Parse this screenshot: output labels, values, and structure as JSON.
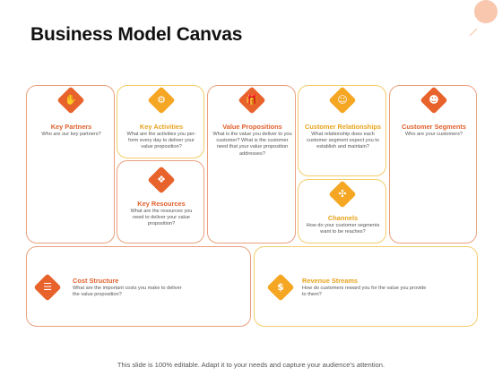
{
  "title": "Business Model Canvas",
  "footer": "This slide is 100% editable. Adapt it to your needs and capture your audience's attention.",
  "colors": {
    "red": "#e8622c",
    "yellow": "#f5a623",
    "red_border": "#e9a07e",
    "yellow_border": "#f3cd6a"
  },
  "cards": {
    "key_partners": {
      "title": "Key Partners",
      "desc": "Who are our key partners?",
      "icon": "handshake-icon",
      "color": "red"
    },
    "key_activities": {
      "title": "Key Activities",
      "desc": "What are the activities you per-form every day to deliver your value proposition?",
      "icon": "gears-icon",
      "color": "yellow"
    },
    "value_propositions": {
      "title": "Value Propositions",
      "desc": "What is the value you deliver to you customer? What is the customer need that your value proposition addresses?",
      "icon": "gift-icon",
      "color": "red"
    },
    "customer_relationships": {
      "title": "Customer Relationships",
      "desc": "What relationship does each customer segment expect you to establish and maintain?",
      "icon": "people-icon",
      "color": "yellow"
    },
    "customer_segments": {
      "title": "Customer Segments",
      "desc": "Who are your customers?",
      "icon": "users-icon",
      "color": "red"
    },
    "key_resources": {
      "title": "Key Resources",
      "desc": "What are the resources you need to deliver your value proposition?",
      "icon": "box-icon",
      "color": "red"
    },
    "channels": {
      "title": "Channels",
      "desc": "How do your customer segments  want to be reaches?",
      "icon": "network-icon",
      "color": "yellow"
    },
    "cost_structure": {
      "title": "Cost Structure",
      "desc": "What are the important costs you make to deliver the value proposition?",
      "icon": "document-icon",
      "color": "red"
    },
    "revenue_streams": {
      "title": "Revenue Streams",
      "desc": "How do customers reward you for the value you provide to them?",
      "icon": "money-icon",
      "color": "yellow"
    }
  }
}
